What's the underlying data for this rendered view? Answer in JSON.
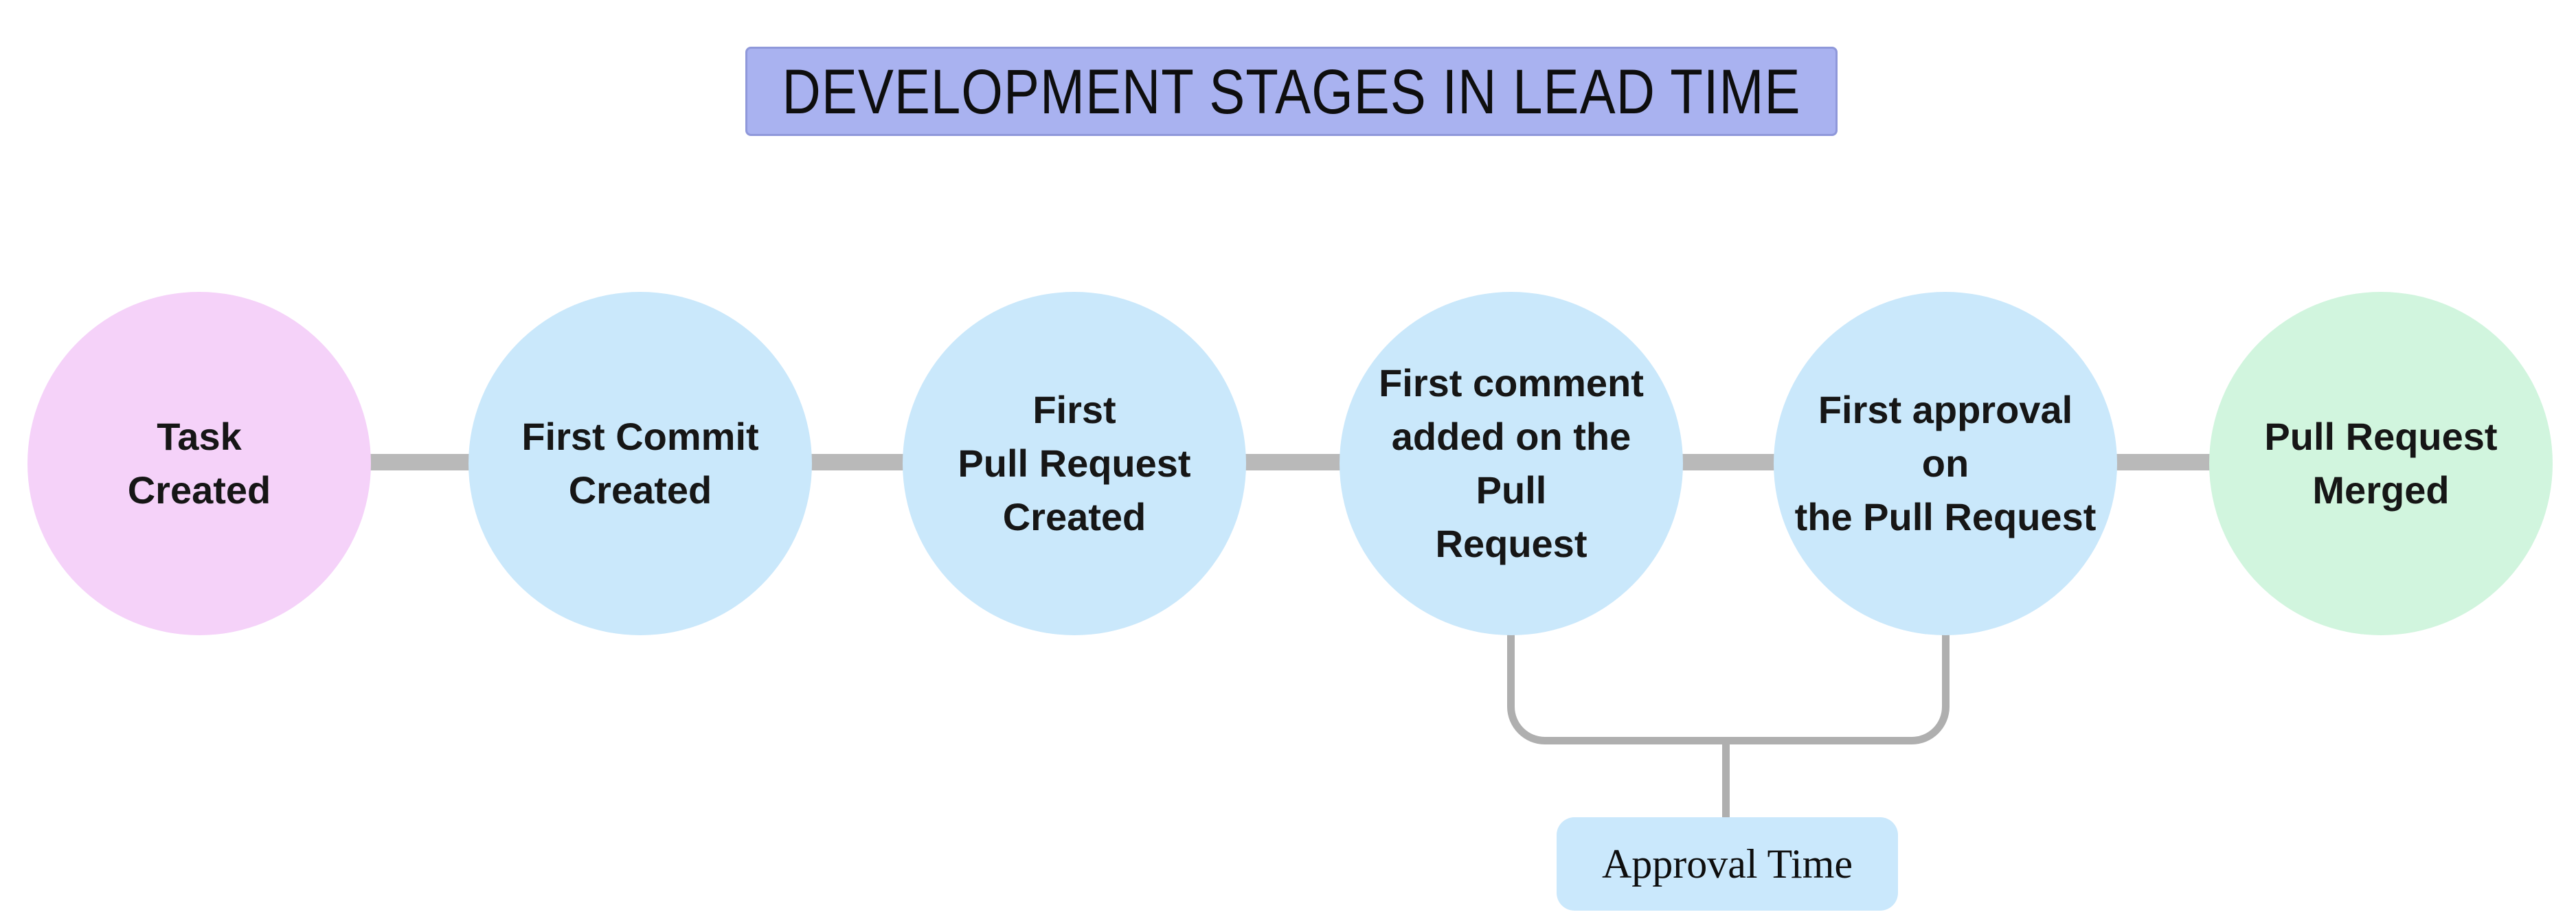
{
  "title": {
    "label": "DEVELOPMENT STAGES IN LEAD TIME"
  },
  "stages": [
    {
      "id": "task-created",
      "lines": [
        "Task",
        "Created"
      ],
      "fill": "#F5D2F9"
    },
    {
      "id": "first-commit-created",
      "lines": [
        "First Commit",
        "Created"
      ],
      "fill": "#CAE8FB"
    },
    {
      "id": "first-pull-request-created",
      "lines": [
        "First",
        "Pull Request",
        "Created"
      ],
      "fill": "#CAE8FB"
    },
    {
      "id": "first-comment-added",
      "lines": [
        "First comment",
        "added on the Pull",
        "Request"
      ],
      "fill": "#CAE8FB"
    },
    {
      "id": "first-approval",
      "lines": [
        "First approval on",
        "the Pull Request"
      ],
      "fill": "#CAE8FB"
    },
    {
      "id": "pull-request-merged",
      "lines": [
        "Pull Request",
        "Merged"
      ],
      "fill": "#D1F5DE"
    }
  ],
  "bracket": {
    "label": "Approval Time",
    "fill": "#CAE8FC",
    "spans_stages": [
      "first-comment-added",
      "first-approval"
    ]
  },
  "colors": {
    "background": "#FFFFFF",
    "title_bg": "#A9B2F0",
    "connector": "#B9B9B9",
    "bracket_line": "#AFAFAF",
    "text": "#161616"
  }
}
